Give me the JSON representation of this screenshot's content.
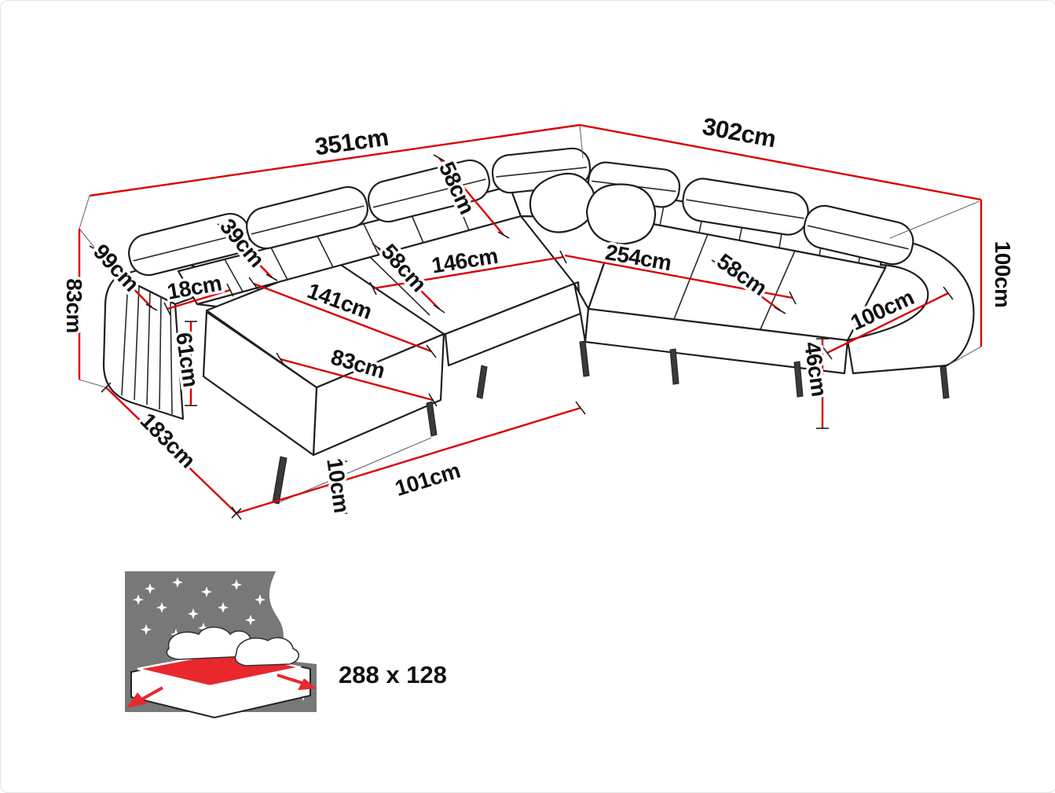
{
  "colors": {
    "dimension_line": "#da0000",
    "outline": "#1f1f1f",
    "accent_red": "#e8282d",
    "icon_gray": "#787878"
  },
  "dimensions": {
    "total_width_left": "351cm",
    "total_width_right": "302cm",
    "height_left": "83cm",
    "height_right": "100cm",
    "backrest_corner_depth": "58cm",
    "backrest_depth": "39cm",
    "armrest_height": "99cm",
    "armrest_width": "18cm",
    "armrest_front_height": "61cm",
    "chaise_length": "141cm",
    "seat_depth_left": "58cm",
    "seat_width_left": "146cm",
    "seat_width_right": "254cm",
    "seat_depth_right": "58cm",
    "armrest_length_right": "100cm",
    "chaise_width": "83cm",
    "seat_height": "46cm",
    "depth_left": "183cm",
    "leg_height": "10cm",
    "front_width": "101cm"
  },
  "sleeping_area": {
    "icon": "sofa-bed-night-icon",
    "size_label": "288 x 128"
  }
}
